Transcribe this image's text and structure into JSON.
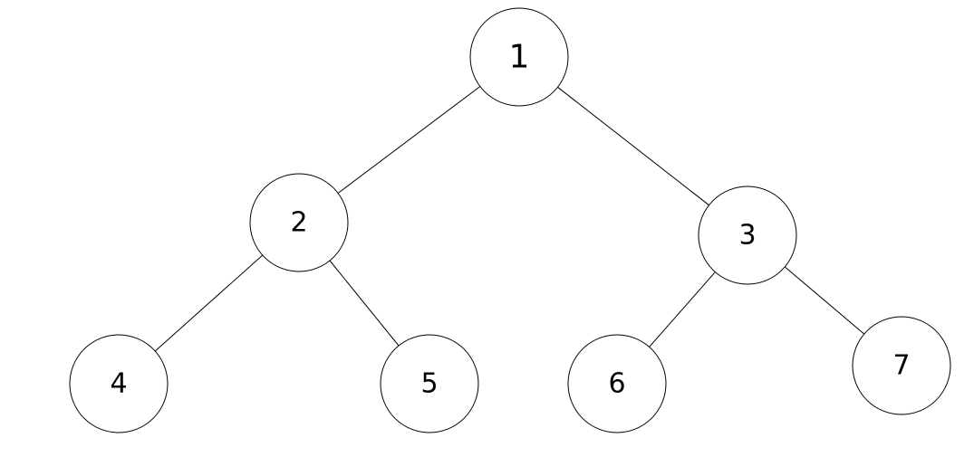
{
  "diagram": {
    "type": "binary-tree",
    "colors": {
      "stroke": "#000000",
      "fill": "#ffffff",
      "text": "#000000"
    },
    "nodes": [
      {
        "id": "n1",
        "label": "1"
      },
      {
        "id": "n2",
        "label": "2"
      },
      {
        "id": "n3",
        "label": "3"
      },
      {
        "id": "n4",
        "label": "4"
      },
      {
        "id": "n5",
        "label": "5"
      },
      {
        "id": "n6",
        "label": "6"
      },
      {
        "id": "n7",
        "label": "7"
      }
    ],
    "edges": [
      {
        "from": "n1",
        "to": "n2"
      },
      {
        "from": "n1",
        "to": "n3"
      },
      {
        "from": "n2",
        "to": "n4"
      },
      {
        "from": "n2",
        "to": "n5"
      },
      {
        "from": "n3",
        "to": "n6"
      },
      {
        "from": "n3",
        "to": "n7"
      }
    ]
  }
}
